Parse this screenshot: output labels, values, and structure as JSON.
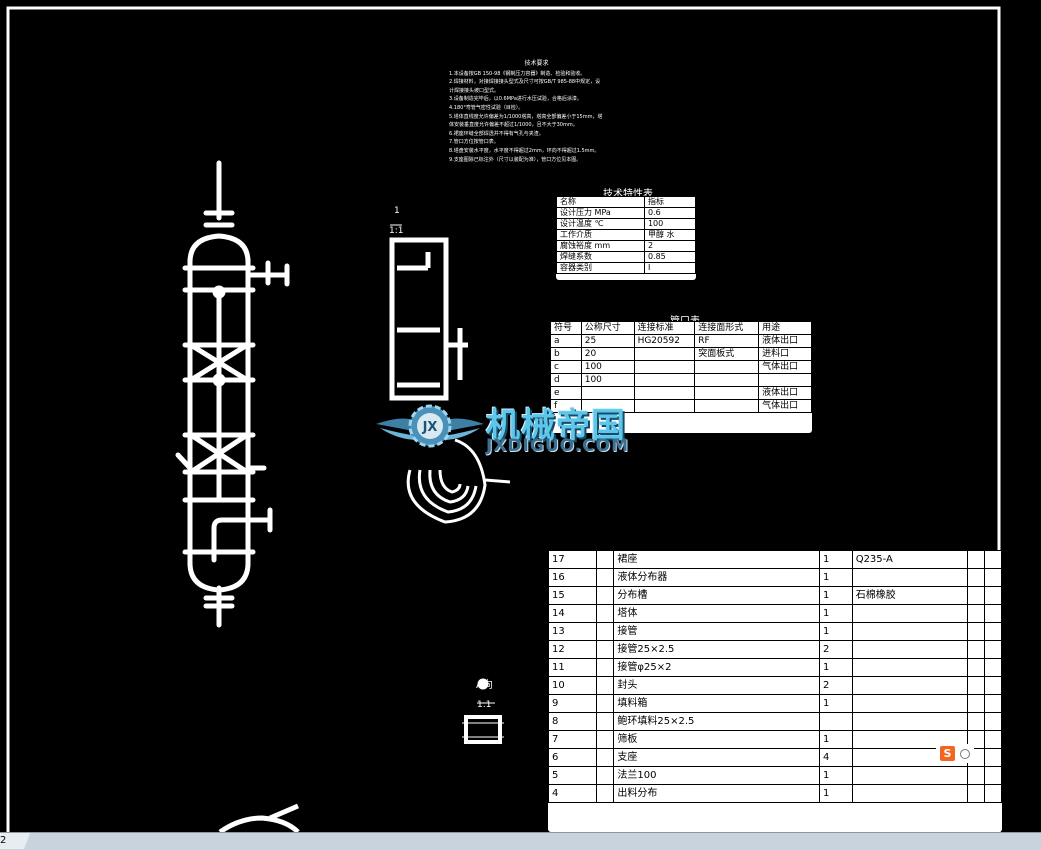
{
  "notes": {
    "title": "技术要求",
    "lines": [
      "1.本设备按GB 150-98《钢制压力容器》制造、检验和验收。",
      "2.焊接材料，对接焊接接头型式及尺寸可按GB/T 985-88中规定，设",
      "  计焊接接头坡口型式。",
      "3.设备制造完毕后，以0.6MPa进行水压试验，合格后涂漆。",
      "4.180°弯管气密性试验（目检）。",
      "5.塔体直线度允许偏差为1/1000塔高，塔高全部偏差小于15mm，塔",
      "  体安装垂直度允许偏差不超过1/1000，且不大于30mm。",
      "6.裙座环缝全部焊透并不得有气孔与夹渣。",
      "7.管口方位按管口表。",
      "8.塔盘安装水平度，水平度不得超过2mm，环向不得超过1.5mm。",
      "9.支座图除已标注外（尺寸以装配为准），管口方位见本图。"
    ]
  },
  "views": {
    "section_1_number": "1",
    "section_1_scale": "1:1",
    "view_a_label": "A向",
    "view_a_scale": "1:1"
  },
  "spec_table": {
    "title": "技术特性表",
    "rows": [
      [
        "名称",
        "指标"
      ],
      [
        "设计压力 MPa",
        "0.6"
      ],
      [
        "设计温度 ℃",
        "100"
      ],
      [
        "工作介质",
        "甲醇 水"
      ],
      [
        "腐蚀裕度 mm",
        "2"
      ],
      [
        "焊缝系数",
        "0.85"
      ],
      [
        "容器类别",
        "Ⅰ"
      ],
      [
        "",
        ""
      ]
    ]
  },
  "nozzle_table": {
    "title": "管口表",
    "headers": [
      "符号",
      "公称尺寸",
      "连接标准",
      "连接面形式",
      "用途"
    ],
    "rows": [
      [
        "a",
        "25",
        "HG20592",
        "RF",
        "液体出口"
      ],
      [
        "b",
        "20",
        "",
        "突面板式",
        "进料口"
      ],
      [
        "c",
        "100",
        "",
        "",
        "气体出口"
      ],
      [
        "d",
        "100",
        "",
        "",
        ""
      ],
      [
        "e",
        "",
        "",
        "",
        "液体出口"
      ],
      [
        "f",
        "",
        "",
        "",
        "气体出口"
      ]
    ]
  },
  "parts_table": {
    "rows": [
      [
        "17",
        "",
        "裙座",
        "1",
        "Q235-A",
        "",
        ""
      ],
      [
        "16",
        "",
        "液体分布器",
        "1",
        "",
        "",
        ""
      ],
      [
        "15",
        "",
        "分布槽",
        "1",
        "石棉橡胶",
        "",
        ""
      ],
      [
        "14",
        "",
        "塔体",
        "1",
        "",
        "",
        ""
      ],
      [
        "13",
        "",
        "接管",
        "1",
        "",
        "",
        ""
      ],
      [
        "12",
        "",
        "接管25×2.5",
        "2",
        "",
        "",
        ""
      ],
      [
        "11",
        "",
        "接管φ25×2",
        "1",
        "",
        "",
        ""
      ],
      [
        "10",
        "",
        "封头",
        "2",
        "",
        "",
        ""
      ],
      [
        "9",
        "",
        "填料箱",
        "1",
        "",
        "",
        ""
      ],
      [
        "8",
        "",
        "鲍环填料25×2.5",
        "",
        "",
        "",
        ""
      ],
      [
        "7",
        "",
        "筛板",
        "1",
        "",
        "",
        ""
      ],
      [
        "6",
        "",
        "支座",
        "4",
        "",
        "",
        ""
      ],
      [
        "5",
        "",
        "法兰100",
        "1",
        "",
        "",
        ""
      ],
      [
        "4",
        "",
        "出料分布",
        "1",
        "",
        "",
        ""
      ]
    ]
  },
  "watermark": {
    "text": "机械帝国",
    "sub": "JXDIGUO.COM",
    "emblem_letters": "JX"
  },
  "ime_badge": {
    "glyph": "S"
  },
  "sheet_tab": {
    "label": "2"
  }
}
